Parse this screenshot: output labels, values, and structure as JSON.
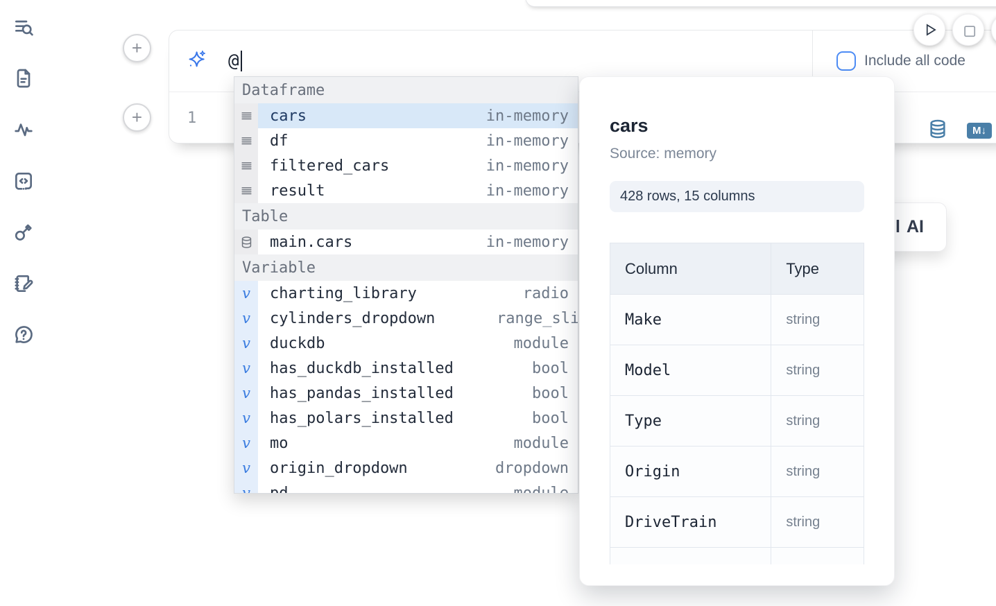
{
  "colors": {
    "accent_blue": "#3b78ea",
    "steel_blue": "#4a7fa8",
    "checkbox_blue": "#4d8cf5",
    "selected_row_bg": "#d8e8f8",
    "variable_gutter_bg": "#e4eefb"
  },
  "sidebar": {
    "items": [
      {
        "icon": "list-search-icon"
      },
      {
        "icon": "file-text-icon"
      },
      {
        "icon": "activity-icon"
      },
      {
        "icon": "code-square-icon"
      },
      {
        "icon": "key-icon"
      },
      {
        "icon": "notebook-pen-icon"
      },
      {
        "icon": "help-circle-icon"
      }
    ]
  },
  "toolbar": {
    "icons": [
      "play-icon",
      "stop-icon"
    ]
  },
  "cell": {
    "add_button_label": "+",
    "ai_prompt_value": "@",
    "include_all_code_label": "Include all code",
    "line_number": "1",
    "markdown_badge": "M↓",
    "icons": [
      "sparkles-icon",
      "database-icon",
      "markdown-icon"
    ]
  },
  "autocomplete": {
    "sections": [
      {
        "title": "Dataframe",
        "kind": "dataframe",
        "items": [
          {
            "label": "cars",
            "detail": "in-memory",
            "selected": true
          },
          {
            "label": "df",
            "detail": "in-memory"
          },
          {
            "label": "filtered_cars",
            "detail": "in-memory"
          },
          {
            "label": "result",
            "detail": "in-memory"
          }
        ]
      },
      {
        "title": "Table",
        "kind": "table",
        "items": [
          {
            "label": "main.cars",
            "detail": "in-memory"
          }
        ]
      },
      {
        "title": "Variable",
        "kind": "variable",
        "items": [
          {
            "label": "charting_library",
            "detail": "radio"
          },
          {
            "label": "cylinders_dropdown",
            "detail": "range_slider",
            "clipped": true
          },
          {
            "label": "duckdb",
            "detail": "module"
          },
          {
            "label": "has_duckdb_installed",
            "detail": "bool"
          },
          {
            "label": "has_pandas_installed",
            "detail": "bool"
          },
          {
            "label": "has_polars_installed",
            "detail": "bool"
          },
          {
            "label": "mo",
            "detail": "module"
          },
          {
            "label": "origin_dropdown",
            "detail": "dropdown"
          },
          {
            "label": "pd",
            "detail": "module",
            "partial": true
          }
        ]
      }
    ]
  },
  "preview_panel": {
    "title": "cars",
    "source": "Source: memory",
    "shape": "428 rows, 15 columns",
    "table": {
      "headers": [
        "Column",
        "Type"
      ],
      "rows": [
        [
          "Make",
          "string"
        ],
        [
          "Model",
          "string"
        ],
        [
          "Type",
          "string"
        ],
        [
          "Origin",
          "string"
        ],
        [
          "DriveTrain",
          "string"
        ]
      ]
    }
  },
  "ai_card": {
    "clipped_prefix": "l",
    "label": "AI"
  }
}
